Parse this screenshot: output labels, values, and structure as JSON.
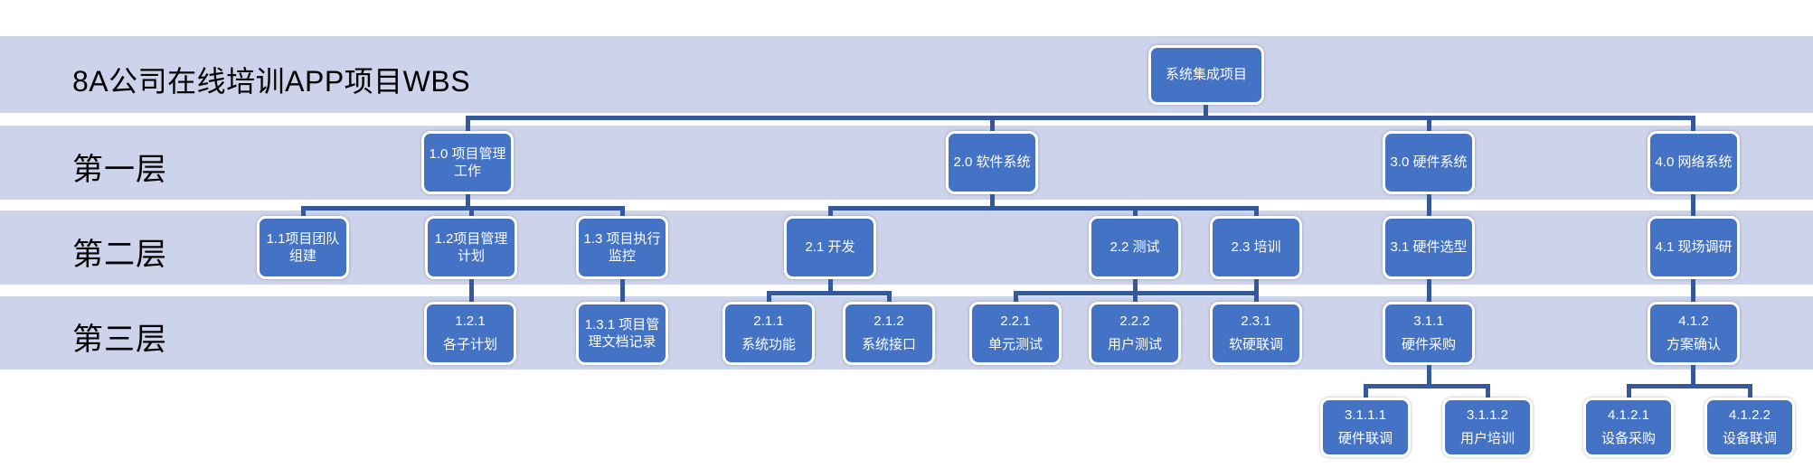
{
  "title": "8A公司在线培训APP项目WBS",
  "row_labels": {
    "level1": "第一层",
    "level2": "第二层",
    "level3": "第三层"
  },
  "colors": {
    "node_fill": "#4472C4",
    "node_border": "#FFFFFF",
    "node_text": "#FFFFFF",
    "connector": "#35579B",
    "band_background": "#CDD3EA",
    "label_text": "#000000",
    "page_background": "#FFFFFF"
  },
  "nodes": {
    "root": [
      "系统集成项目"
    ],
    "n1_0": [
      "1.0 项目管理",
      "工作"
    ],
    "n2_0": [
      "2.0 软件系统"
    ],
    "n3_0": [
      "3.0 硬件系统"
    ],
    "n4_0": [
      "4.0 网络系统"
    ],
    "n1_1": [
      "1.1项目团队",
      "组建"
    ],
    "n1_2": [
      "1.2项目管理",
      "计划"
    ],
    "n1_3": [
      "1.3 项目执行",
      "监控"
    ],
    "n2_1": [
      "2.1 开发"
    ],
    "n2_2": [
      "2.2 测试"
    ],
    "n2_3": [
      "2.3 培训"
    ],
    "n3_1": [
      "3.1 硬件选型"
    ],
    "n4_1": [
      "4.1 现场调研"
    ],
    "n1_2_1": [
      "1.2.1",
      "各子计划"
    ],
    "n1_3_1": [
      "1.3.1 项目管",
      "理文档记录"
    ],
    "n2_1_1": [
      "2.1.1",
      "系统功能"
    ],
    "n2_1_2": [
      "2.1.2",
      "系统接口"
    ],
    "n2_2_1": [
      "2.2.1",
      "单元测试"
    ],
    "n2_2_2": [
      "2.2.2",
      "用户测试"
    ],
    "n2_3_1": [
      "2.3.1",
      "软硬联调"
    ],
    "n3_1_1": [
      "3.1.1",
      "硬件采购"
    ],
    "n4_1_2": [
      "4.1.2",
      "方案确认"
    ],
    "n3_1_1_1": [
      "3.1.1.1",
      "硬件联调"
    ],
    "n3_1_1_2": [
      "3.1.1.2",
      "用户培训"
    ],
    "n4_1_2_1": [
      "4.1.2.1",
      "设备采购"
    ],
    "n4_1_2_2": [
      "4.1.2.2",
      "设备联调"
    ]
  }
}
